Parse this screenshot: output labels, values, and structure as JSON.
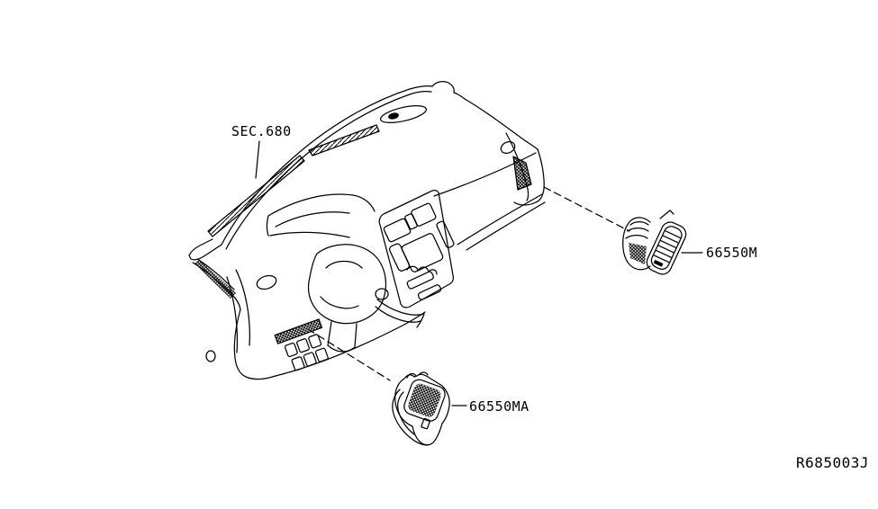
{
  "page": {
    "background_color": "#ffffff",
    "line_color": "#000000"
  },
  "diagram": {
    "section_label": "SEC.680",
    "parts": [
      {
        "label": "66550M"
      },
      {
        "label": "66550MA"
      }
    ],
    "reference": "R685003J"
  }
}
